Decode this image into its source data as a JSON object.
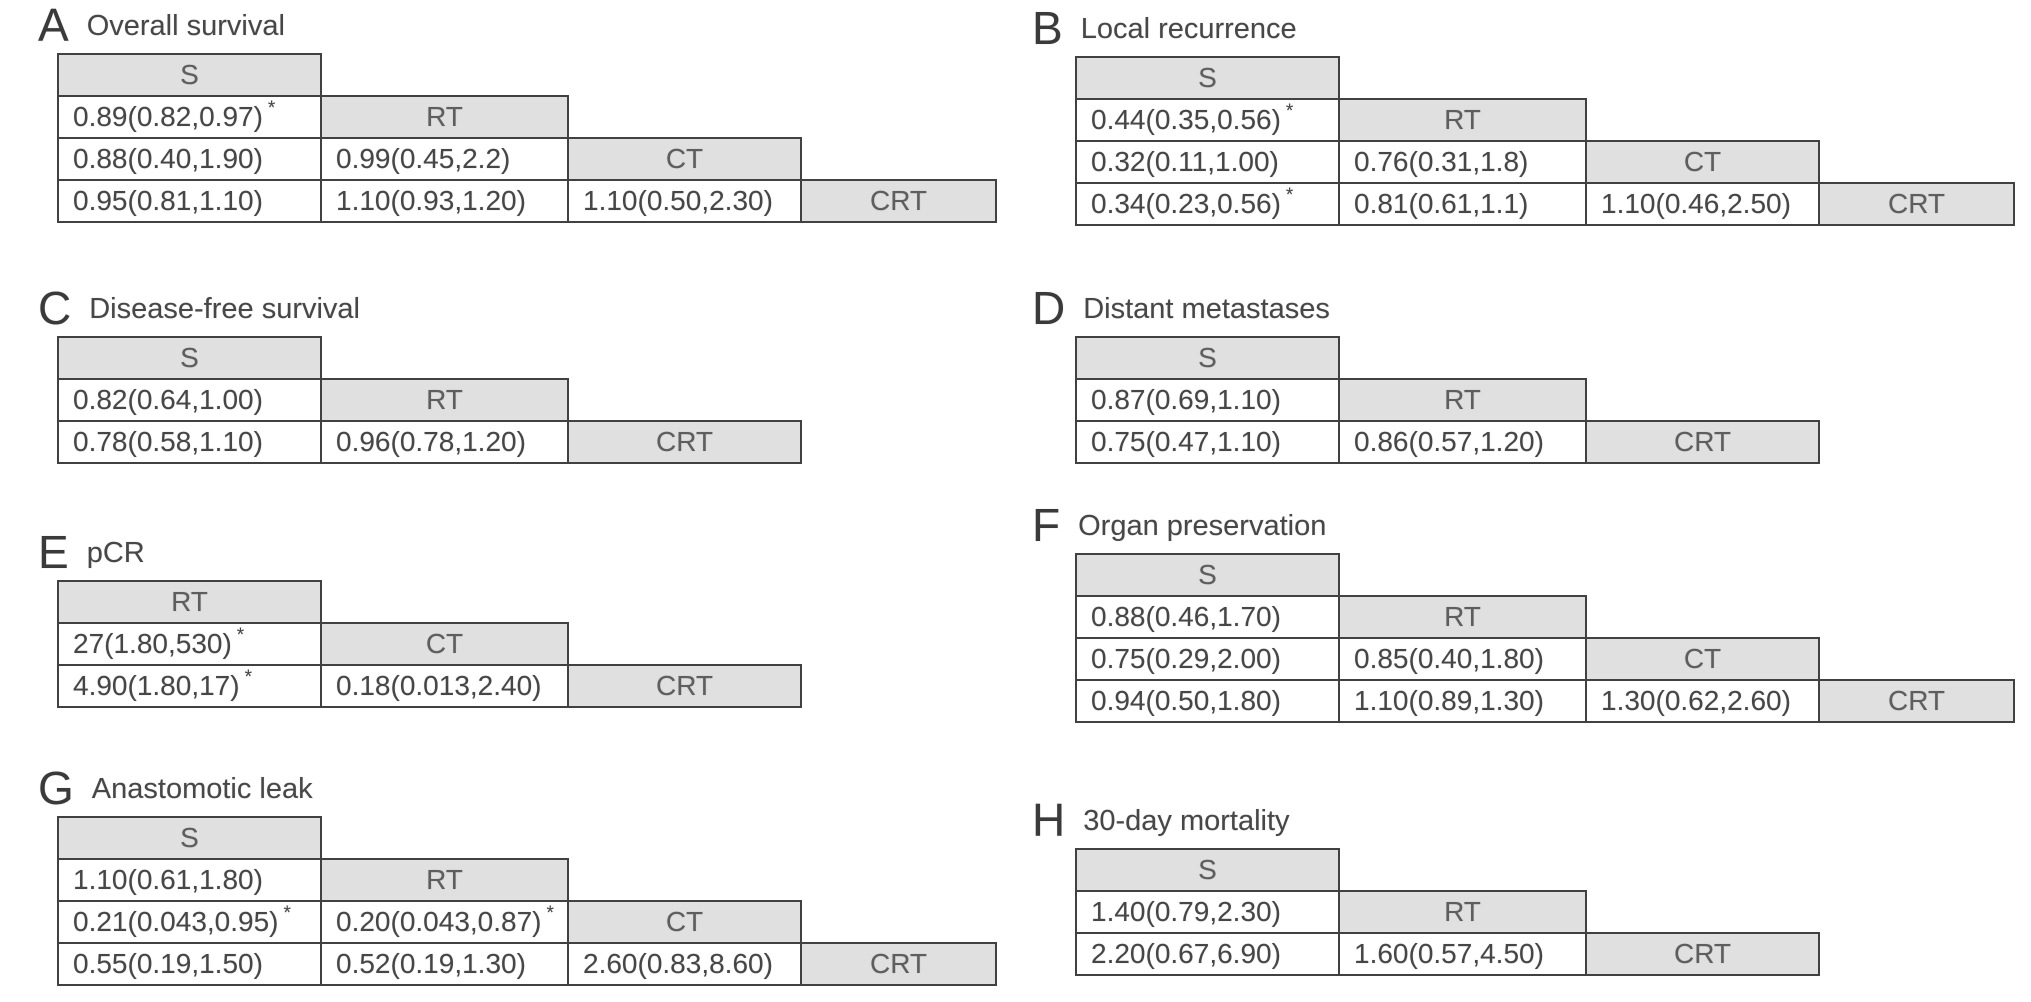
{
  "figure": {
    "colors": {
      "header_fill": "#e0e0e0",
      "border": "#414141",
      "value_text": "#464646",
      "header_text": "#5e5e5e"
    }
  },
  "panels": {
    "a": {
      "letter": "A",
      "title": "Overall survival",
      "rows": [
        [
          {
            "t": "S"
          }
        ],
        [
          {
            "v": "0.89(0.82,0.97)",
            "s": "*"
          },
          {
            "t": "RT"
          }
        ],
        [
          {
            "v": "0.88(0.40,1.90)"
          },
          {
            "v": "0.99(0.45,2.2)"
          },
          {
            "t": "CT"
          }
        ],
        [
          {
            "v": "0.95(0.81,1.10)"
          },
          {
            "v": "1.10(0.93,1.20)"
          },
          {
            "v": "1.10(0.50,2.30)"
          },
          {
            "t": "CRT"
          }
        ]
      ]
    },
    "b": {
      "letter": "B",
      "title": "Local recurrence",
      "rows": [
        [
          {
            "t": "S"
          }
        ],
        [
          {
            "v": "0.44(0.35,0.56)",
            "s": "*"
          },
          {
            "t": "RT"
          }
        ],
        [
          {
            "v": "0.32(0.11,1.00)"
          },
          {
            "v": "0.76(0.31,1.8)"
          },
          {
            "t": "CT"
          }
        ],
        [
          {
            "v": "0.34(0.23,0.56)",
            "s": "*"
          },
          {
            "v": "0.81(0.61,1.1)"
          },
          {
            "v": "1.10(0.46,2.50)"
          },
          {
            "t": "CRT"
          }
        ]
      ]
    },
    "c": {
      "letter": "C",
      "title": "Disease-free survival",
      "rows": [
        [
          {
            "t": "S"
          }
        ],
        [
          {
            "v": "0.82(0.64,1.00)"
          },
          {
            "t": "RT"
          }
        ],
        [
          {
            "v": "0.78(0.58,1.10)"
          },
          {
            "v": "0.96(0.78,1.20)"
          },
          {
            "t": "CRT"
          }
        ]
      ]
    },
    "d": {
      "letter": "D",
      "title": "Distant metastases",
      "rows": [
        [
          {
            "t": "S"
          }
        ],
        [
          {
            "v": "0.87(0.69,1.10)"
          },
          {
            "t": "RT"
          }
        ],
        [
          {
            "v": "0.75(0.47,1.10)"
          },
          {
            "v": "0.86(0.57,1.20)"
          },
          {
            "t": "CRT"
          }
        ]
      ]
    },
    "e": {
      "letter": "E",
      "title": "pCR",
      "rows": [
        [
          {
            "t": "RT"
          }
        ],
        [
          {
            "v": "27(1.80,530)",
            "s": "*"
          },
          {
            "t": "CT"
          }
        ],
        [
          {
            "v": "4.90(1.80,17)",
            "s": "*"
          },
          {
            "v": "0.18(0.013,2.40)"
          },
          {
            "t": "CRT"
          }
        ]
      ]
    },
    "f": {
      "letter": "F",
      "title": "Organ preservation",
      "rows": [
        [
          {
            "t": "S"
          }
        ],
        [
          {
            "v": "0.88(0.46,1.70)"
          },
          {
            "t": "RT"
          }
        ],
        [
          {
            "v": "0.75(0.29,2.00)"
          },
          {
            "v": "0.85(0.40,1.80)"
          },
          {
            "t": "CT"
          }
        ],
        [
          {
            "v": "0.94(0.50,1.80)"
          },
          {
            "v": "1.10(0.89,1.30)"
          },
          {
            "v": "1.30(0.62,2.60)"
          },
          {
            "t": "CRT"
          }
        ]
      ]
    },
    "g": {
      "letter": "G",
      "title": "Anastomotic leak",
      "rows": [
        [
          {
            "t": "S"
          }
        ],
        [
          {
            "v": "1.10(0.61,1.80)"
          },
          {
            "t": "RT"
          }
        ],
        [
          {
            "v": "0.21(0.043,0.95)",
            "s": "*"
          },
          {
            "v": "0.20(0.043,0.87)",
            "s": "*"
          },
          {
            "t": "CT"
          }
        ],
        [
          {
            "v": "0.55(0.19,1.50)"
          },
          {
            "v": "0.52(0.19,1.30)"
          },
          {
            "v": "2.60(0.83,8.60)"
          },
          {
            "t": "CRT"
          }
        ]
      ]
    },
    "h": {
      "letter": "H",
      "title": "30-day mortality",
      "rows": [
        [
          {
            "t": "S"
          }
        ],
        [
          {
            "v": "1.40(0.79,2.30)"
          },
          {
            "t": "RT"
          }
        ],
        [
          {
            "v": "2.20(0.67,6.90)"
          },
          {
            "v": "1.60(0.57,4.50)"
          },
          {
            "t": "CRT"
          }
        ]
      ]
    }
  }
}
